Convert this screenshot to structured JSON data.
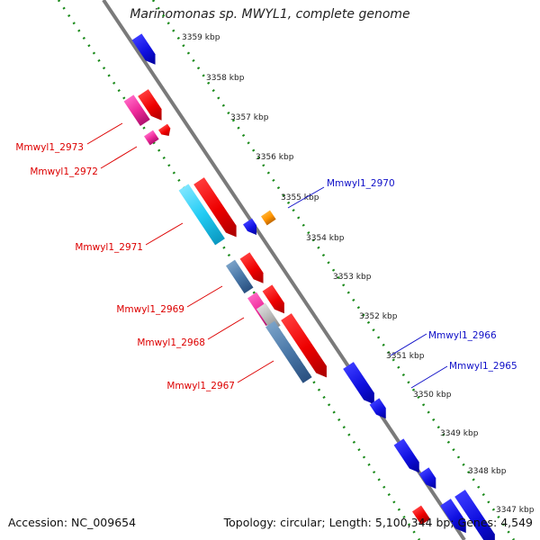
{
  "title": "Marinomonas sp. MWYL1, complete genome",
  "footer": {
    "accession": "Accession: NC_009654",
    "topology": "Topology: circular; Length: 5,100,344 bp; Genes: 4,549"
  },
  "colors": {
    "backbone": "#7a7a7a",
    "gc_track": "#1a8a1a",
    "forward_gene_label": "#1010c8",
    "reverse_gene_label": "#dd0000"
  },
  "scale_ticks": [
    "3359 kbp",
    "3358 kbp",
    "3357 kbp",
    "3356 kbp",
    "3355 kbp",
    "3354 kbp",
    "3353 kbp",
    "3352 kbp",
    "3351 kbp",
    "3350 kbp",
    "3349 kbp",
    "3348 kbp",
    "3347 kbp"
  ],
  "gene_labels": [
    {
      "text": "Mmwyl1_2973",
      "strand": "reverse"
    },
    {
      "text": "Mmwyl1_2972",
      "strand": "reverse"
    },
    {
      "text": "Mmwyl1_2971",
      "strand": "reverse"
    },
    {
      "text": "Mmwyl1_2969",
      "strand": "reverse"
    },
    {
      "text": "Mmwyl1_2968",
      "strand": "reverse"
    },
    {
      "text": "Mmwyl1_2967",
      "strand": "reverse"
    },
    {
      "text": "Mmwyl1_2970",
      "strand": "forward"
    },
    {
      "text": "Mmwyl1_2966",
      "strand": "forward"
    },
    {
      "text": "Mmwyl1_2965",
      "strand": "forward"
    }
  ]
}
